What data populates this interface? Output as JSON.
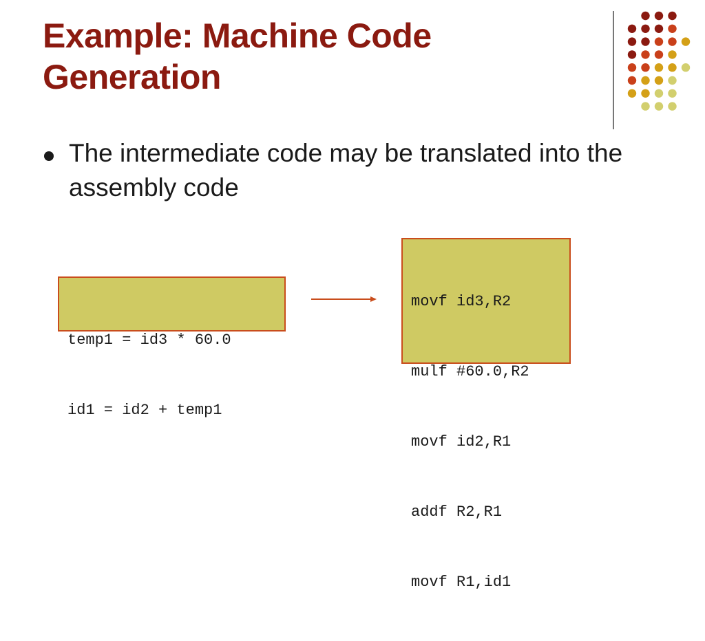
{
  "slide": {
    "title_lines": [
      "Example: Machine Code",
      "Generation"
    ],
    "bullets": [
      "The intermediate code may be translated into the assembly code"
    ]
  },
  "intermediate_code": {
    "lines": [
      "temp1 = id3 * 60.0",
      "id1 = id2 + temp1"
    ]
  },
  "assembly_code": {
    "lines": [
      "movf id3,R2",
      "mulf #60.0,R2",
      "movf id2,R1",
      "addf R2,R1",
      "movf R1,id1"
    ]
  },
  "colors": {
    "title": "#8b1a10",
    "box_fill": "#cfca63",
    "box_border": "#c94d1c",
    "arrow": "#c94d1c",
    "dot_palette": [
      "#8b1a10",
      "#c9401a",
      "#d4a017",
      "#d2cf6e"
    ]
  }
}
